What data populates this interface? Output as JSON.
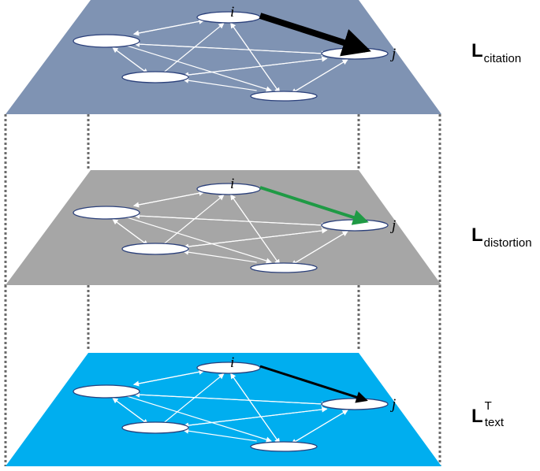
{
  "layers": [
    {
      "id": "citation",
      "fill": "#7f93b3",
      "highlight_color": "#000000",
      "node_i_label": "i",
      "node_j_label": "j",
      "label_main": "L",
      "label_sub": "citation",
      "label_sup": ""
    },
    {
      "id": "distortion",
      "fill": "#a6a6a6",
      "highlight_color": "#1f9a45",
      "node_i_label": "i",
      "node_j_label": "j",
      "label_main": "L",
      "label_sub": "distortion",
      "label_sup": ""
    },
    {
      "id": "text",
      "fill": "#00aeef",
      "highlight_color": "#000000",
      "node_i_label": "i",
      "node_j_label": "j",
      "label_main": "L",
      "label_sub": "text",
      "label_sup": "T"
    }
  ]
}
